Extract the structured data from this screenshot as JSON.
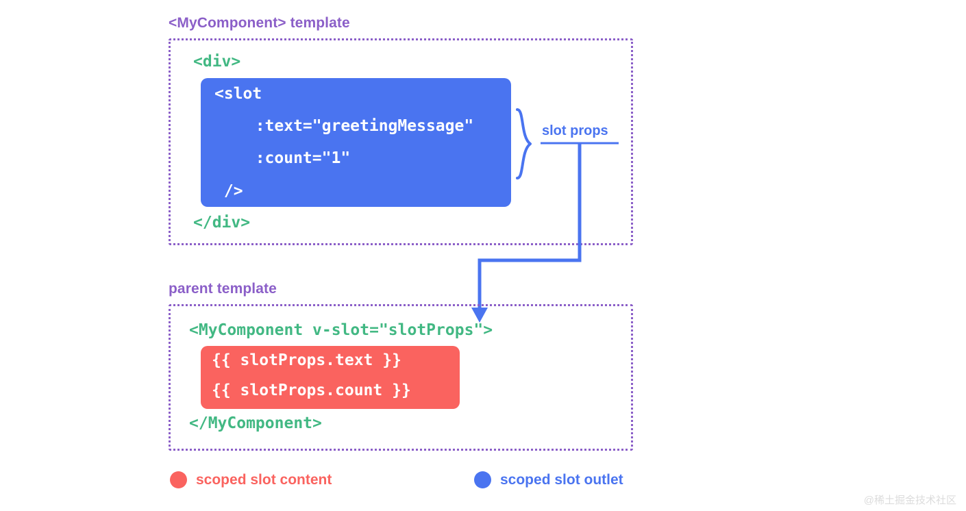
{
  "diagram": {
    "sections": [
      {
        "id": "mycomponent",
        "title": "<MyComponent> template",
        "code_before": "<div>",
        "code_after": "</div>",
        "highlight_kind": "scoped slot outlet",
        "highlight_lines": [
          "<slot",
          "  :text=\"greetingMessage\"",
          "  :count=\"1\"",
          " />"
        ]
      },
      {
        "id": "parent",
        "title": "parent template",
        "code_before": "<MyComponent v-slot=\"slotProps\">",
        "code_after": "</MyComponent>",
        "highlight_kind": "scoped slot content",
        "highlight_lines": [
          "{{ slotProps.text }}",
          "{{ slotProps.count }}"
        ]
      }
    ],
    "annotation": {
      "brace_label": "slot props"
    },
    "legend": [
      {
        "label": "scoped slot content",
        "color": "#fa635f",
        "marker": "red-dot-icon"
      },
      {
        "label": "scoped slot outlet",
        "color": "#4a74f0",
        "marker": "blue-dot-icon"
      }
    ],
    "colors": {
      "heading_purple": "#8b5fc8",
      "code_green": "#42b883",
      "outlet_blue": "#4a74f0",
      "content_red": "#fa635f",
      "border_purple": "#8b5fc8"
    },
    "watermark": "@稀土掘金技术社区"
  }
}
